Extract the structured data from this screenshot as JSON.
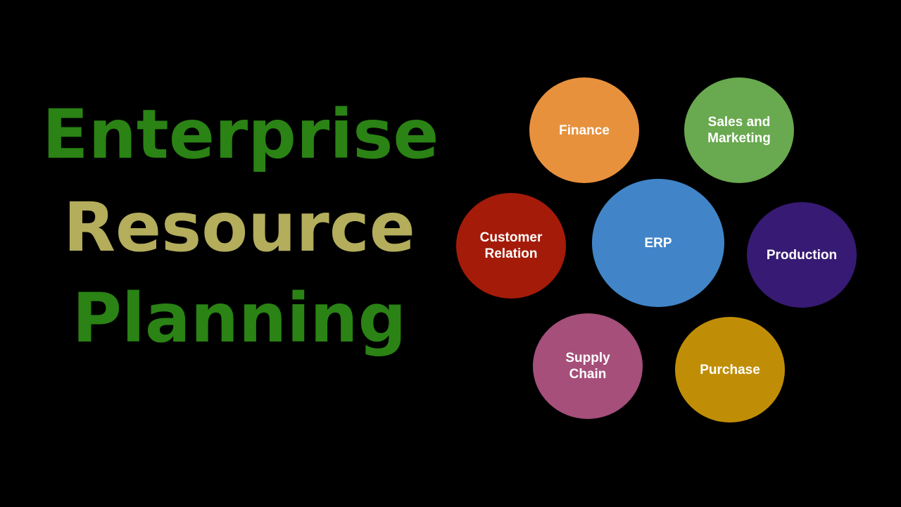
{
  "title": {
    "line1": {
      "text": "Enterprise",
      "color": "#2a8314"
    },
    "line2": {
      "text": "Resource",
      "color": "#b3ad5c"
    },
    "line3": {
      "text": "Planning",
      "color": "#2a8314"
    }
  },
  "diagram": {
    "center": {
      "label": "ERP",
      "color": "#4185c8"
    },
    "modules": [
      {
        "id": "finance",
        "label": "Finance",
        "color": "#e8913d"
      },
      {
        "id": "sales",
        "label": "Sales and\nMarketing",
        "color": "#69a94f"
      },
      {
        "id": "customer",
        "label": "Customer\nRelation",
        "color": "#a41b09"
      },
      {
        "id": "production",
        "label": "Production",
        "color": "#371a73"
      },
      {
        "id": "supply",
        "label": "Supply\nChain",
        "color": "#a54f7a"
      },
      {
        "id": "purchase",
        "label": "Purchase",
        "color": "#c08e06"
      }
    ]
  }
}
